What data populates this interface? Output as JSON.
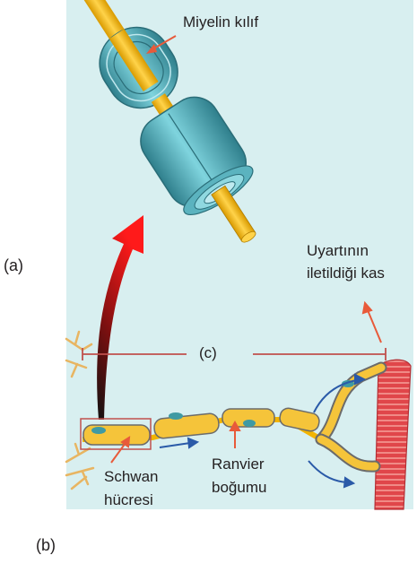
{
  "labels": {
    "myelin_sheath": "Miyelin kılıf",
    "muscle_line1": "Uyartının",
    "muscle_line2": "iletildiği kas",
    "axon_span": "(c)",
    "schwann_line1": "Schwan",
    "schwann_line2": "hücresi",
    "ranvier_line1": "Ranvier",
    "ranvier_line2": "boğumu",
    "panel_a": "(a)",
    "panel_b": "(b)"
  },
  "colors": {
    "background": "#d8eff0",
    "axon": "#f2b400",
    "sheath": "#6fc5cf",
    "sheath_dark": "#3e8c98",
    "pointer_arrow": "#e85a3a",
    "flow_arrow": "#2a5aa8",
    "magnify_arrow": "#e21b1b",
    "muscle": "#e0464a",
    "dendrite": "#e8b562"
  }
}
